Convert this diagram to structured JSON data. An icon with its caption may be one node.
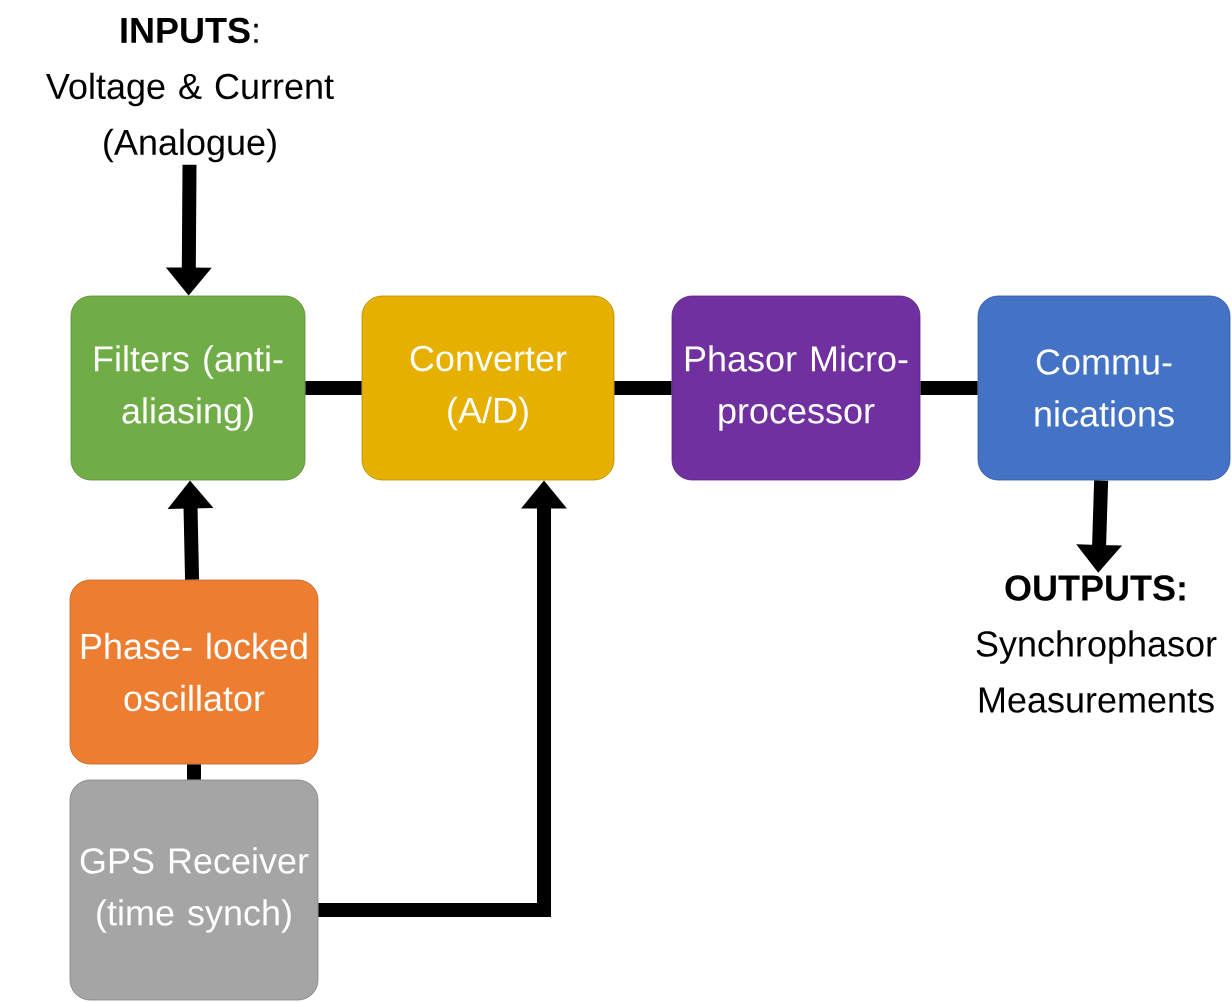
{
  "diagram": {
    "nodes": [
      {
        "text": [
          "**INPUTS**:",
          "Voltage & Current (Analogue)"
        ]
      },
      {
        "text": [
          "Filters (anti- aliasing)"
        ]
      },
      {
        "text": [
          "Converter (A/D)"
        ]
      },
      {
        "text": [
          "Phasor Micro- processor"
        ]
      },
      {
        "text": [
          "Commu- nications"
        ]
      },
      {
        "text": [
          "OUTPUTS:",
          "Synchrophasor Measurements"
        ]
      },
      {
        "text": [
          "Phase- locked oscillator"
        ]
      },
      {
        "text": [
          "GPS Receiver (time synch)"
        ]
      }
    ],
    "edges": [
      {
        "from": 0,
        "to": 1,
        "arrow": "to"
      },
      {
        "from": 1,
        "to": 2,
        "arrow": "none"
      },
      {
        "from": 2,
        "to": 3,
        "arrow": "none"
      },
      {
        "from": 3,
        "to": 4,
        "arrow": "none"
      },
      {
        "from": 4,
        "to": 5,
        "arrow": "to"
      },
      {
        "from": 6,
        "to": 1,
        "arrow": "to"
      },
      {
        "from": 7,
        "to": 6,
        "arrow": "none"
      },
      {
        "from": 7,
        "to": 2,
        "arrow": "to"
      }
    ]
  }
}
